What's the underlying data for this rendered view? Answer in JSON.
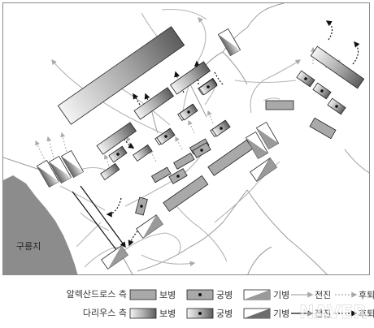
{
  "map": {
    "terrain_label": "구릉지",
    "colors": {
      "terrain": "#8c8c8c",
      "alexander_infantry": "#a9a9a9",
      "darius_infantry_light": "#f2f2f2",
      "darius_infantry_dark": "#6e6e6e",
      "cavalry_dark": "#9a9a9a",
      "advance_arrow": "#b5b5b5",
      "retreat_arrow": "#111111",
      "river": "#999999"
    }
  },
  "legend": {
    "alexander_side": "알렉산드로스 측",
    "darius_side": "다리우스 측",
    "infantry": "보병",
    "archers": "궁병",
    "cavalry": "기병",
    "advance": "전진",
    "retreat": "후퇴"
  },
  "watermark": "NAVER"
}
